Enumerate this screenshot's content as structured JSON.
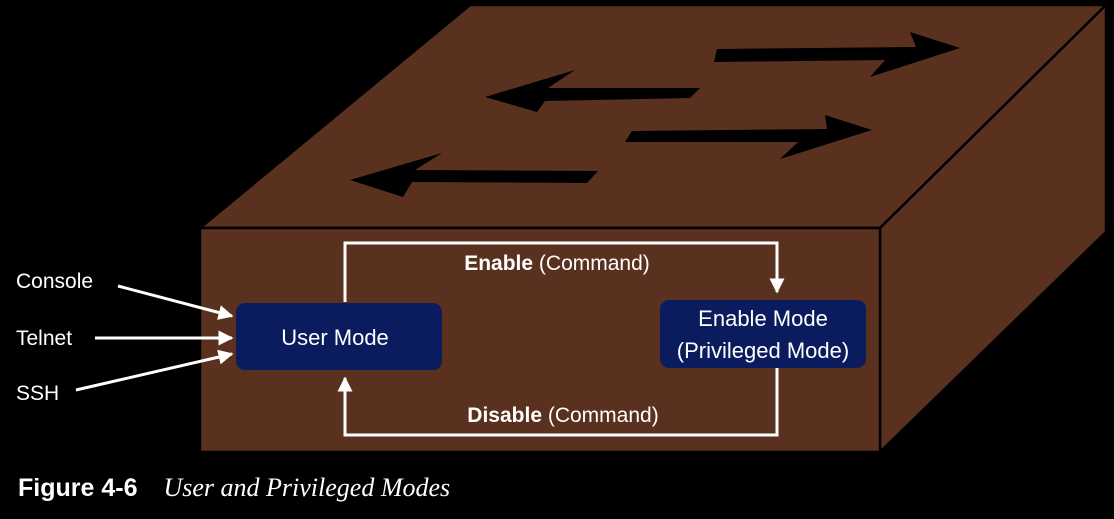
{
  "diagram": {
    "inputs": [
      "Console",
      "Telnet",
      "SSH"
    ],
    "user_mode": "User Mode",
    "enable_mode": [
      "Enable Mode",
      "(Privileged Mode)"
    ],
    "enable_edge": {
      "bold": "Enable",
      "rest": " (Command)"
    },
    "disable_edge": {
      "bold": "Disable",
      "rest": " (Command)"
    }
  },
  "caption": {
    "number": "Figure 4-6",
    "title": "User and Privileged Modes"
  },
  "colors": {
    "background": "#000000",
    "box_front": "#5a311e",
    "box_top": "#5a311e",
    "box_outline": "#000000",
    "mode_box": "#0b1c5e",
    "lines": "#ffffff"
  }
}
